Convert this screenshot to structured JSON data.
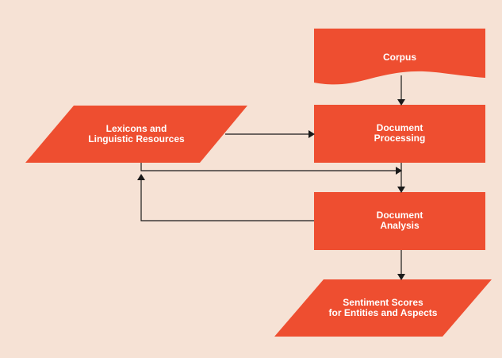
{
  "colors": {
    "background": "#f6e2d5",
    "node_fill": "#ee4e30",
    "connector": "#1a1a1a",
    "label_text": "#ffffff"
  },
  "nodes": {
    "corpus": {
      "shape": "document",
      "label": "Corpus"
    },
    "lexicons": {
      "shape": "parallelogram",
      "label": "Lexicons and\nLinguistic Resources"
    },
    "document_processing": {
      "shape": "rectangle",
      "label": "Document\nProcessing"
    },
    "document_analysis": {
      "shape": "rectangle",
      "label": "Document\nAnalysis"
    },
    "sentiment_scores": {
      "shape": "parallelogram",
      "label": "Sentiment Scores\nfor Entities and Aspects"
    }
  },
  "edges": [
    {
      "from": "corpus",
      "to": "document_processing"
    },
    {
      "from": "lexicons",
      "to": "document_processing"
    },
    {
      "from": "lexicons",
      "to": "document_analysis"
    },
    {
      "from": "document_processing",
      "to": "document_analysis"
    },
    {
      "from": "document_analysis",
      "to": "lexicons"
    },
    {
      "from": "document_analysis",
      "to": "sentiment_scores"
    }
  ]
}
